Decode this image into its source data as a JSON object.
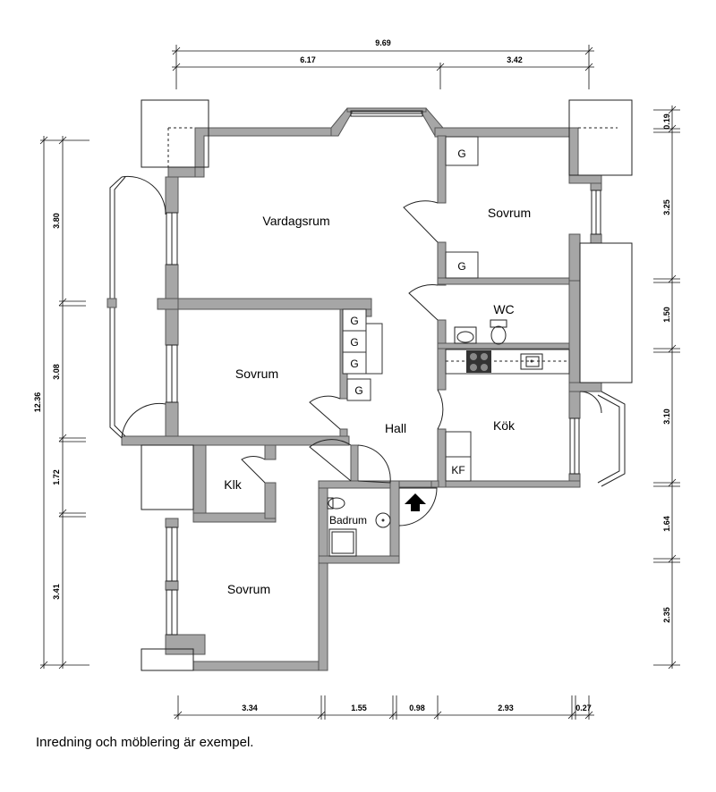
{
  "rooms": {
    "vardagsrum": "Vardagsrum",
    "sovrum_ne": "Sovrum",
    "wc": "WC",
    "sovrum_w": "Sovrum",
    "hall": "Hall",
    "kok": "Kök",
    "klk": "Klk",
    "badrum": "Badrum",
    "sovrum_s": "Sovrum"
  },
  "fixtures": {
    "wardrobe": "G",
    "kf": "KF"
  },
  "dimensions": {
    "top_total": "9.69",
    "top_left": "6.17",
    "top_right": "3.42",
    "left_total": "12.36",
    "left_1": "3.80",
    "left_2": "3.08",
    "left_3": "1.72",
    "left_4": "3.41",
    "right_1": "0.19",
    "right_2": "3.25",
    "right_3": "1.50",
    "right_4": "3.10",
    "right_5": "1.64",
    "right_6": "2.35",
    "bottom_1": "3.34",
    "bottom_2": "1.55",
    "bottom_3": "0.98",
    "bottom_4": "2.93",
    "bottom_5": "0.27"
  },
  "caption": "Inredning och möblering är exempel."
}
